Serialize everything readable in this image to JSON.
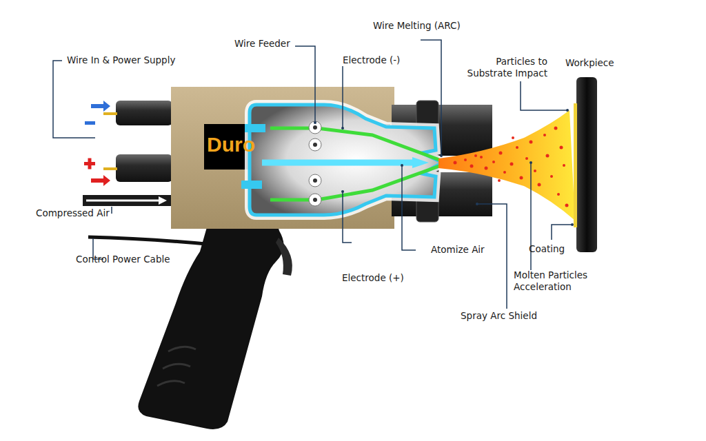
{
  "diagram": {
    "labels": [
      "Wire In & Power Supply",
      "Wire Feeder",
      "Electrode (-)",
      "Wire Melting (ARC)",
      "Particles to Substrate Impact",
      "Workpiece",
      "Duro",
      "Compressed Air",
      "Control Power Cable",
      "Atomize Air",
      "Electrode (+)",
      "Coating",
      "Molten Particles Acceleration",
      "Spray Arc Shield"
    ]
  }
}
